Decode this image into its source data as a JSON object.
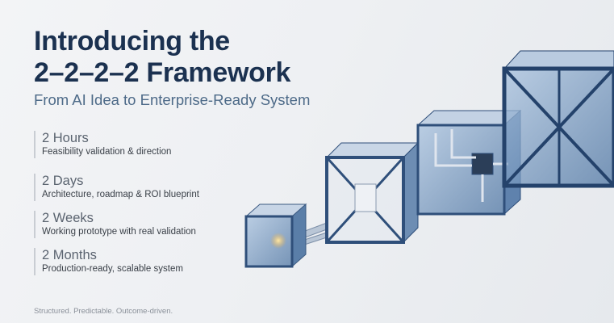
{
  "header": {
    "title_line1": "Introducing the",
    "title_line2": "2–2–2–2 Framework",
    "subtitle": "From AI Idea to Enterprise-Ready System"
  },
  "stages": [
    {
      "heading": "2 Hours",
      "description": "Feasibility validation & direction"
    },
    {
      "heading": "2 Days",
      "description": "Architecture, roadmap & ROI blueprint"
    },
    {
      "heading": "2 Weeks",
      "description": "Working prototype with real validation"
    },
    {
      "heading": "2 Months",
      "description": "Production-ready, scalable system"
    }
  ],
  "footer": {
    "tagline": "Structured. Predictable. Outcome-driven."
  },
  "colors": {
    "title": "#1b3150",
    "accent": "#2f4f7a",
    "glass": "#7fa2c8"
  }
}
